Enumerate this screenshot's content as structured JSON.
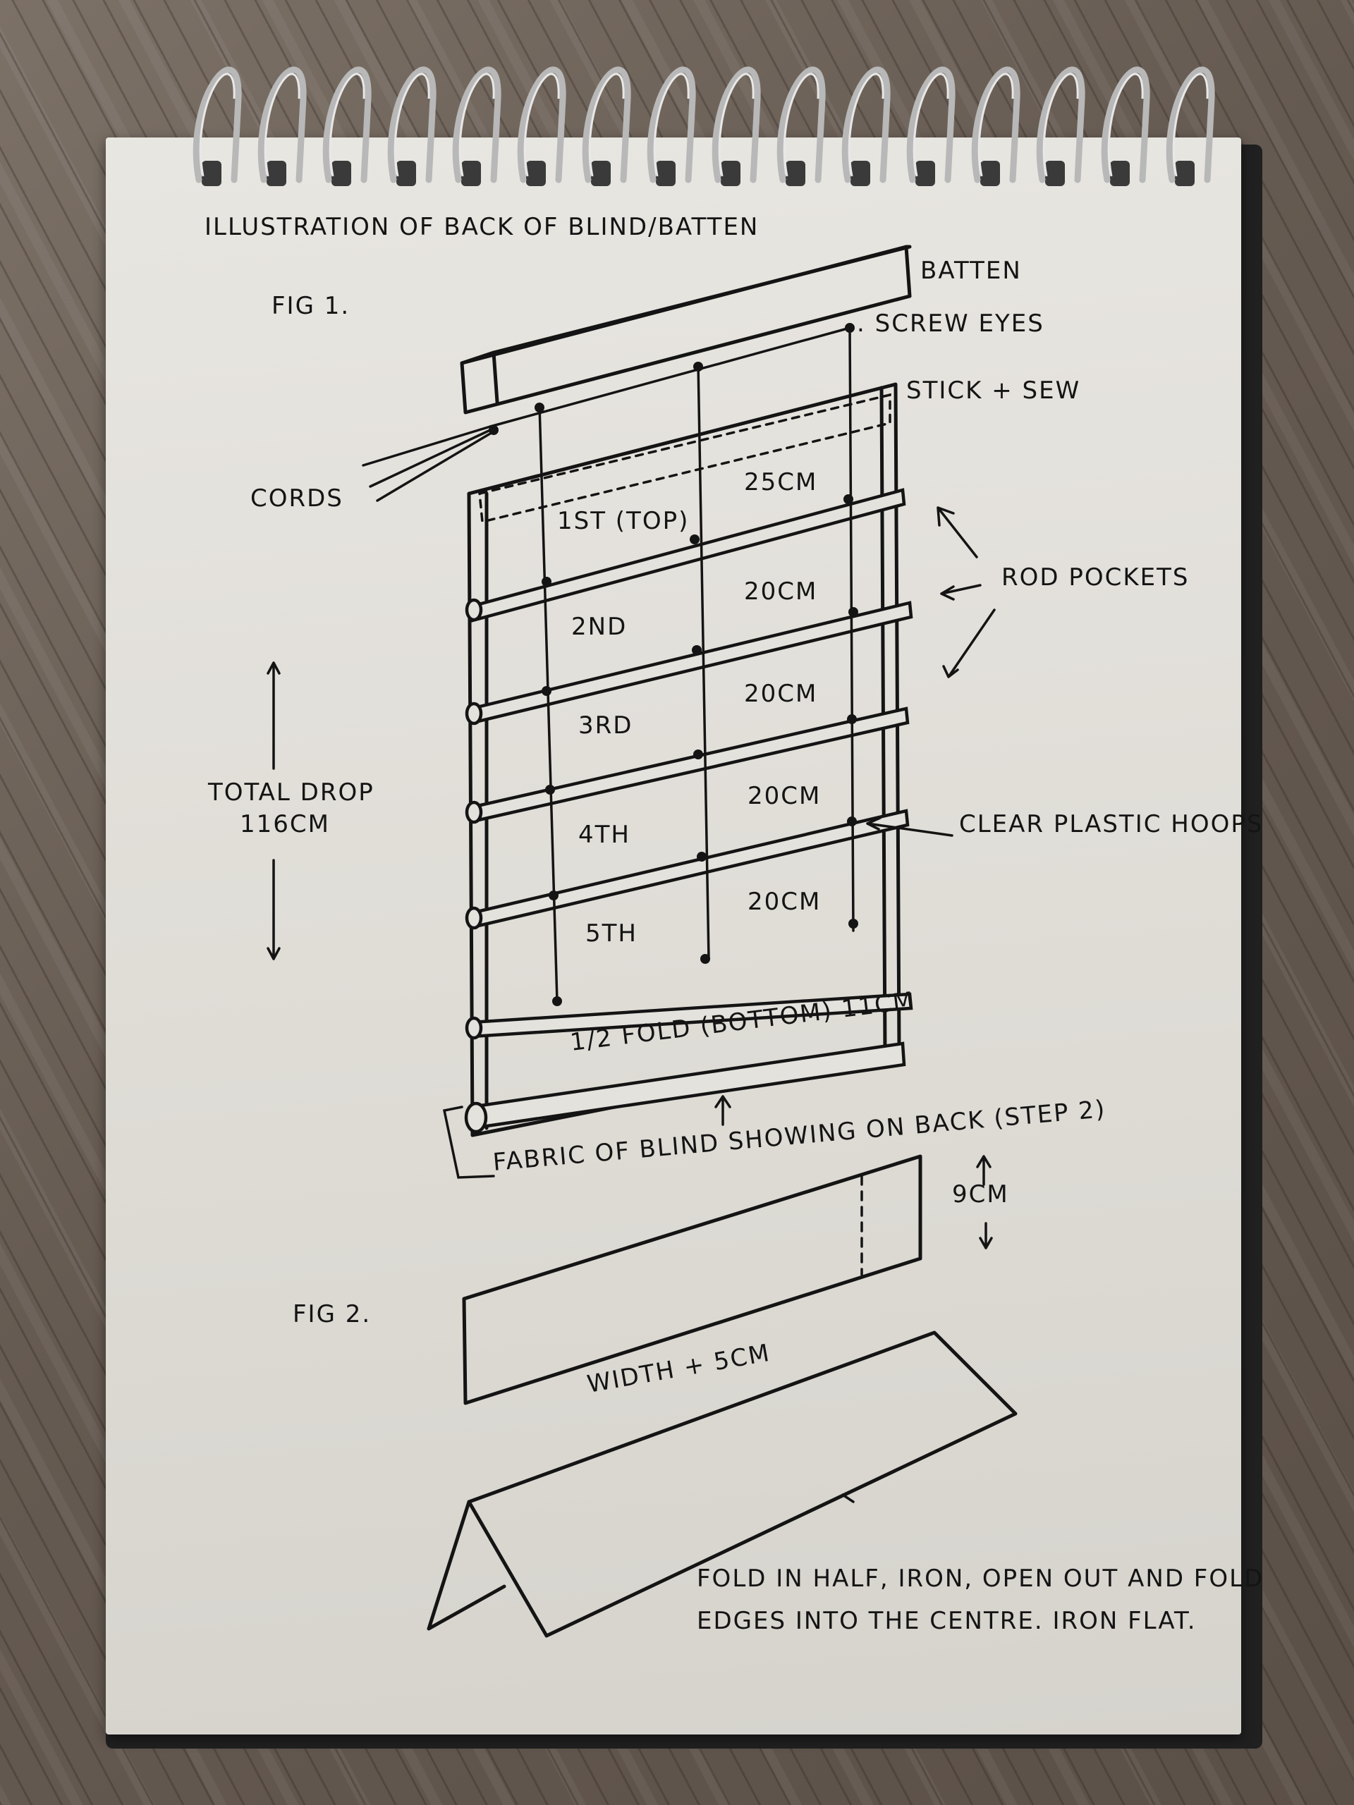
{
  "title": "ILLUSTRATION OF BACK OF BLIND/BATTEN",
  "fig1": {
    "label": "FIG 1.",
    "batten": "BATTEN",
    "screw_eyes": ". SCREW EYES",
    "stick_sew": "STICK + SEW",
    "cords": "CORDS",
    "rod_pockets": "ROD POCKETS",
    "clear_hoops": "CLEAR PLASTIC HOOPS",
    "total_drop": "TOTAL DROP",
    "total_drop_value": "116CM",
    "fabric_note": "FABRIC OF BLIND SHOWING ON BACK (STEP 2)",
    "sections": [
      {
        "name": "1ST (TOP)",
        "size": "25CM"
      },
      {
        "name": "2ND",
        "size": "20CM"
      },
      {
        "name": "3RD",
        "size": "20CM"
      },
      {
        "name": "4TH",
        "size": "20CM"
      },
      {
        "name": "5TH",
        "size": "20CM"
      }
    ],
    "bottom_fold": "1/2 FOLD (BOTTOM) 11CM"
  },
  "fig2": {
    "label": "FIG 2.",
    "height": "9CM",
    "width": "WIDTH + 5CM",
    "instruction_line1": "FOLD IN HALF, IRON, OPEN OUT AND FOLD",
    "instruction_line2": "EDGES INTO THE CENTRE. IRON FLAT."
  },
  "colors": {
    "ink": "#141414",
    "paper": "#e4e2dd",
    "rings": "#b8b8b8"
  }
}
